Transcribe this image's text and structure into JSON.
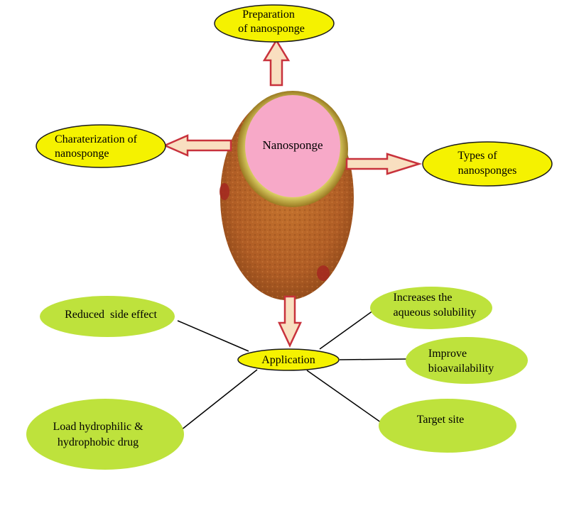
{
  "center": {
    "label": "Nanosponge"
  },
  "top_node": {
    "line1": "Preparation",
    "line2": "of nanosponge"
  },
  "left_node": {
    "line1": "Charaterization of",
    "line2": "nanosponge"
  },
  "right_node": {
    "line1": "Types of",
    "line2": "nanosponges"
  },
  "application": {
    "label": "Application"
  },
  "applications": {
    "reduced_side_effect": "Reduced  side effect",
    "increases_solubility": {
      "line1": "Increases the",
      "line2": "aqueous solubility"
    },
    "improve_bioavailability": {
      "line1": "Improve",
      "line2": "bioavailability"
    },
    "target_site": "Target site",
    "load_drug": {
      "line1": "Load hydrophilic &",
      "line2": "hydrophobic drug"
    }
  },
  "colors": {
    "yellow_node": "#f5f200",
    "green_node": "#bee23c",
    "sponge_brown": "#b4642a",
    "sponge_pink": "#f7a9c8",
    "arrow_fill": "#f9dfc0",
    "arrow_stroke": "#c8323c"
  }
}
